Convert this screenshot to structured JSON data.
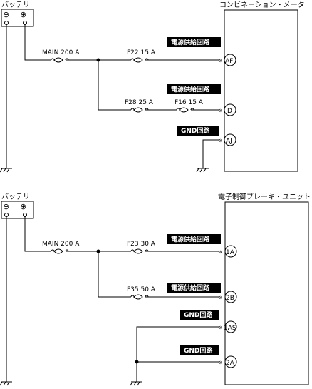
{
  "diagram1": {
    "battery_label": "バッテリ",
    "module_label": "コンビネーション・メータ",
    "main_fuse": "MAIN 200 A",
    "fuse_a": "F22 15 A",
    "fuse_b1": "F28 25 A",
    "fuse_b2": "F16 15 A",
    "tag_a": "電源供給回路",
    "tag_b": "電源供給回路",
    "tag_c": "GND回路",
    "pin_a": "AF",
    "pin_b": "D",
    "pin_c": "AJ",
    "battery_minus": "⊖",
    "battery_plus": "⊕"
  },
  "diagram2": {
    "battery_label": "バッテリ",
    "module_label": "電子制御ブレーキ・ユニット",
    "main_fuse": "MAIN 200 A",
    "fuse_a": "F23 30 A",
    "fuse_b": "F35 50 A",
    "tag_a": "電源供給回路",
    "tag_b": "電源供給回路",
    "tag_c": "GND回路",
    "tag_d": "GND回路",
    "pin_a": "1A",
    "pin_b": "2B",
    "pin_c": "1AS",
    "pin_d": "2A",
    "battery_minus": "⊖",
    "battery_plus": "⊕"
  }
}
